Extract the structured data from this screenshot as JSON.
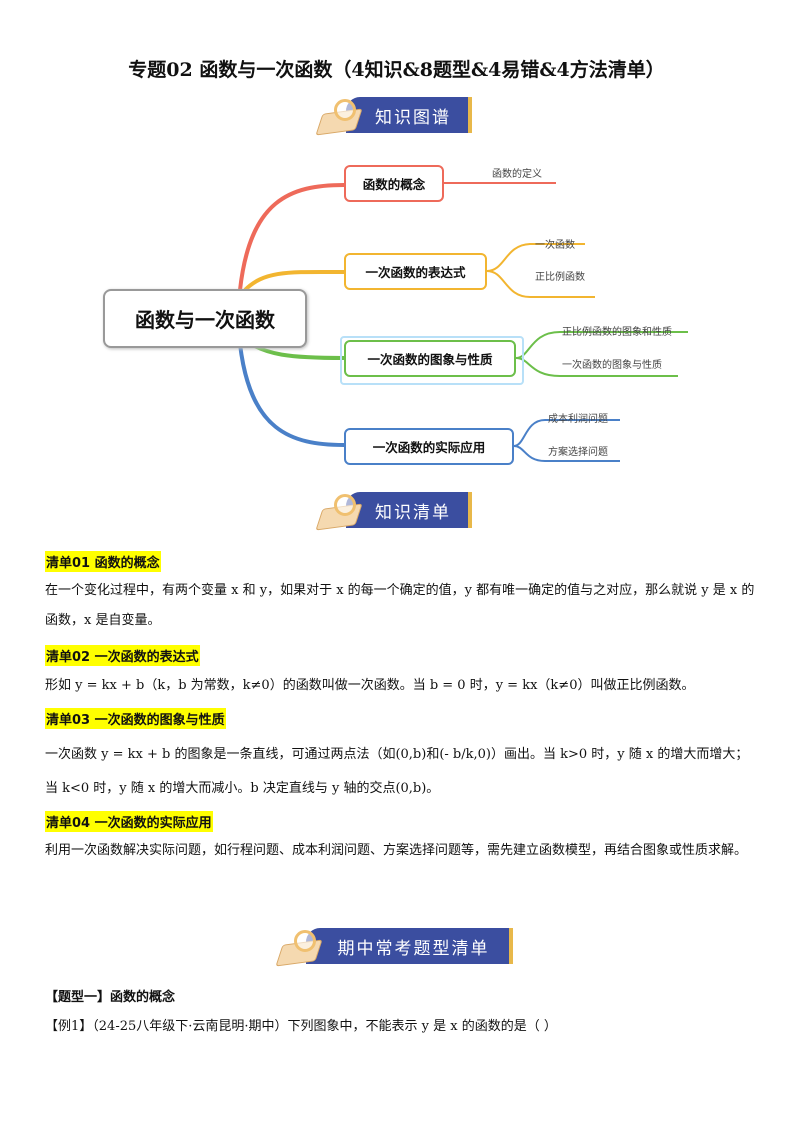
{
  "title": "专题02  函数与一次函数（4知识&8题型&4易错&4方法清单）",
  "banners": {
    "map": "知识图谱",
    "list": "知识清单",
    "types": "期中常考题型清单"
  },
  "mindmap": {
    "center": "函数与一次函数",
    "nodes": [
      {
        "label": "函数的概念",
        "leaves": [
          "函数的定义"
        ]
      },
      {
        "label": "一次函数的表达式",
        "leaves": [
          "一次函数",
          "正比例函数"
        ]
      },
      {
        "label": "一次函数的图象与性质",
        "leaves": [
          "正比例函数的图象和性质",
          "一次函数的图象与性质"
        ]
      },
      {
        "label": "一次函数的实际应用",
        "leaves": [
          "成本利润问题",
          "方案选择问题"
        ]
      }
    ]
  },
  "sections": [
    {
      "heading": "清单01  函数的概念",
      "text": "在一个变化过程中，有两个变量 x 和 y，如果对于 x 的每一个确定的值，y 都有唯一确定的值与之对应，那么就说 y 是 x 的函数，x 是自变量。"
    },
    {
      "heading": "清单02  一次函数的表达式",
      "text": "形如 y = kx + b（k，b 为常数，k≠0）的函数叫做一次函数。当 b = 0 时，y = kx（k≠0）叫做正比例函数。"
    },
    {
      "heading": "清单03  一次函数的图象与性质",
      "text": "一次函数 y = kx + b 的图象是一条直线，可通过两点法（如(0,b)和(- b/k,0)）画出。当 k>0 时，y 随 x 的增大而增大；当 k<0 时，y 随 x 的增大而减小。b 决定直线与 y 轴的交点(0,b)。"
    },
    {
      "heading": "清单04  一次函数的实际应用",
      "text": "利用一次函数解决实际问题，如行程问题、成本利润问题、方案选择问题等，需先建立函数模型，再结合图象或性质求解。"
    }
  ],
  "type1": {
    "heading": "【题型一】函数的概念",
    "example": "【例1】（24-25八年级下·云南昆明·期中）下列图象中，不能表示 y 是 x 的函数的是（    ）"
  },
  "colors": {
    "red": "#ee6a5a",
    "orange": "#f2b530",
    "green": "#6cbf4a",
    "blue": "#4a80c8",
    "banner": "#3b4ea0",
    "highlight": "#ffff00"
  }
}
